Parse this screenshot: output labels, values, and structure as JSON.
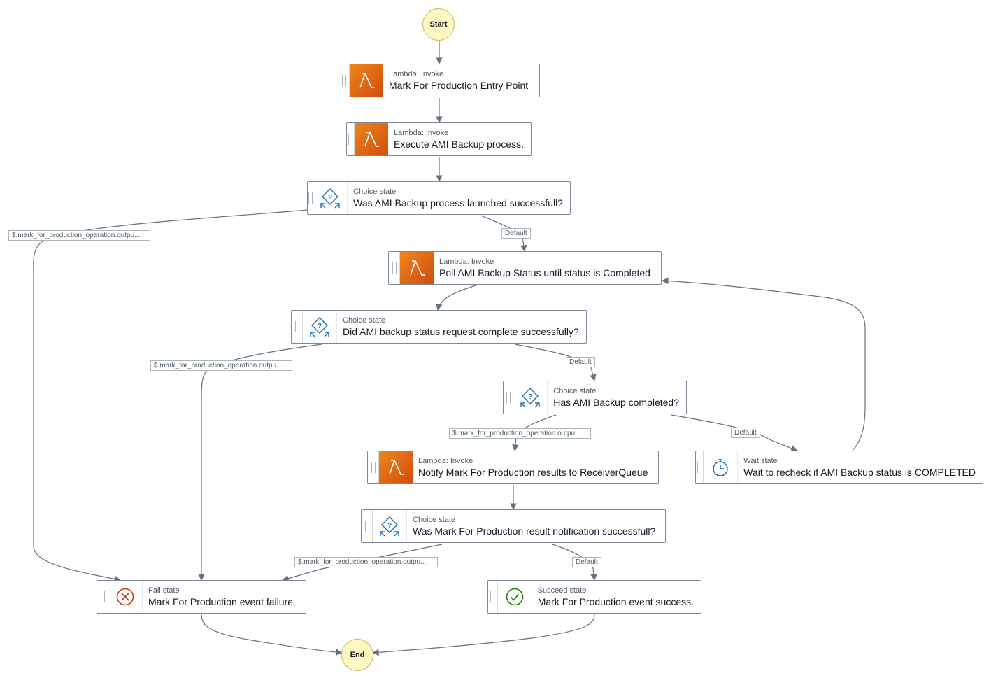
{
  "terminals": {
    "start": "Start",
    "end": "End"
  },
  "nodes": {
    "entry": {
      "type": "Lambda: Invoke",
      "title": "Mark For Production Entry Point"
    },
    "execute": {
      "type": "Lambda: Invoke",
      "title": "Execute AMI Backup process."
    },
    "choice1": {
      "type": "Choice state",
      "title": "Was AMI Backup process launched successfull?"
    },
    "poll": {
      "type": "Lambda: Invoke",
      "title": "Poll AMI Backup Status until status is Completed"
    },
    "choice2": {
      "type": "Choice state",
      "title": "Did AMI backup status request complete successfully?"
    },
    "choice3": {
      "type": "Choice state",
      "title": "Has AMI Backup completed?"
    },
    "notify": {
      "type": "Lambda: Invoke",
      "title": "Notify Mark For Production results to ReceiverQueue"
    },
    "wait": {
      "type": "Wait state",
      "title": "Wait to recheck if AMI Backup status is COMPLETED"
    },
    "choice4": {
      "type": "Choice state",
      "title": "Was Mark For Production result notification successfull?"
    },
    "fail": {
      "type": "Fail state",
      "title": "Mark For Production event failure."
    },
    "succeed": {
      "type": "Succeed state",
      "title": "Mark For Production event success."
    }
  },
  "edge_labels": {
    "c1_rule": "$.mark_for_production_operation.outpu...",
    "c1_default": "Default",
    "c2_rule": "$.mark_for_production_operation.outpu...",
    "c2_default": "Default",
    "c3_rule": "$.mark_for_production_operation.outpu...",
    "c3_default": "Default",
    "c4_rule": "$.mark_for_production_operation.outpu...",
    "c4_default": "Default"
  },
  "icons": {
    "lambda": "lambda-icon",
    "choice": "choice-icon",
    "wait": "stopwatch-icon",
    "fail": "fail-x-icon",
    "succeed": "check-circle-icon"
  },
  "colors": {
    "lambda_gradient_start": "#f0851c",
    "lambda_gradient_end": "#cf4d0e",
    "choice_icon": "#1a73b8",
    "fail_icon": "#d13212",
    "succeed_icon": "#1d8102",
    "terminal_fill": "#fff7c2",
    "edge": "#687078"
  }
}
